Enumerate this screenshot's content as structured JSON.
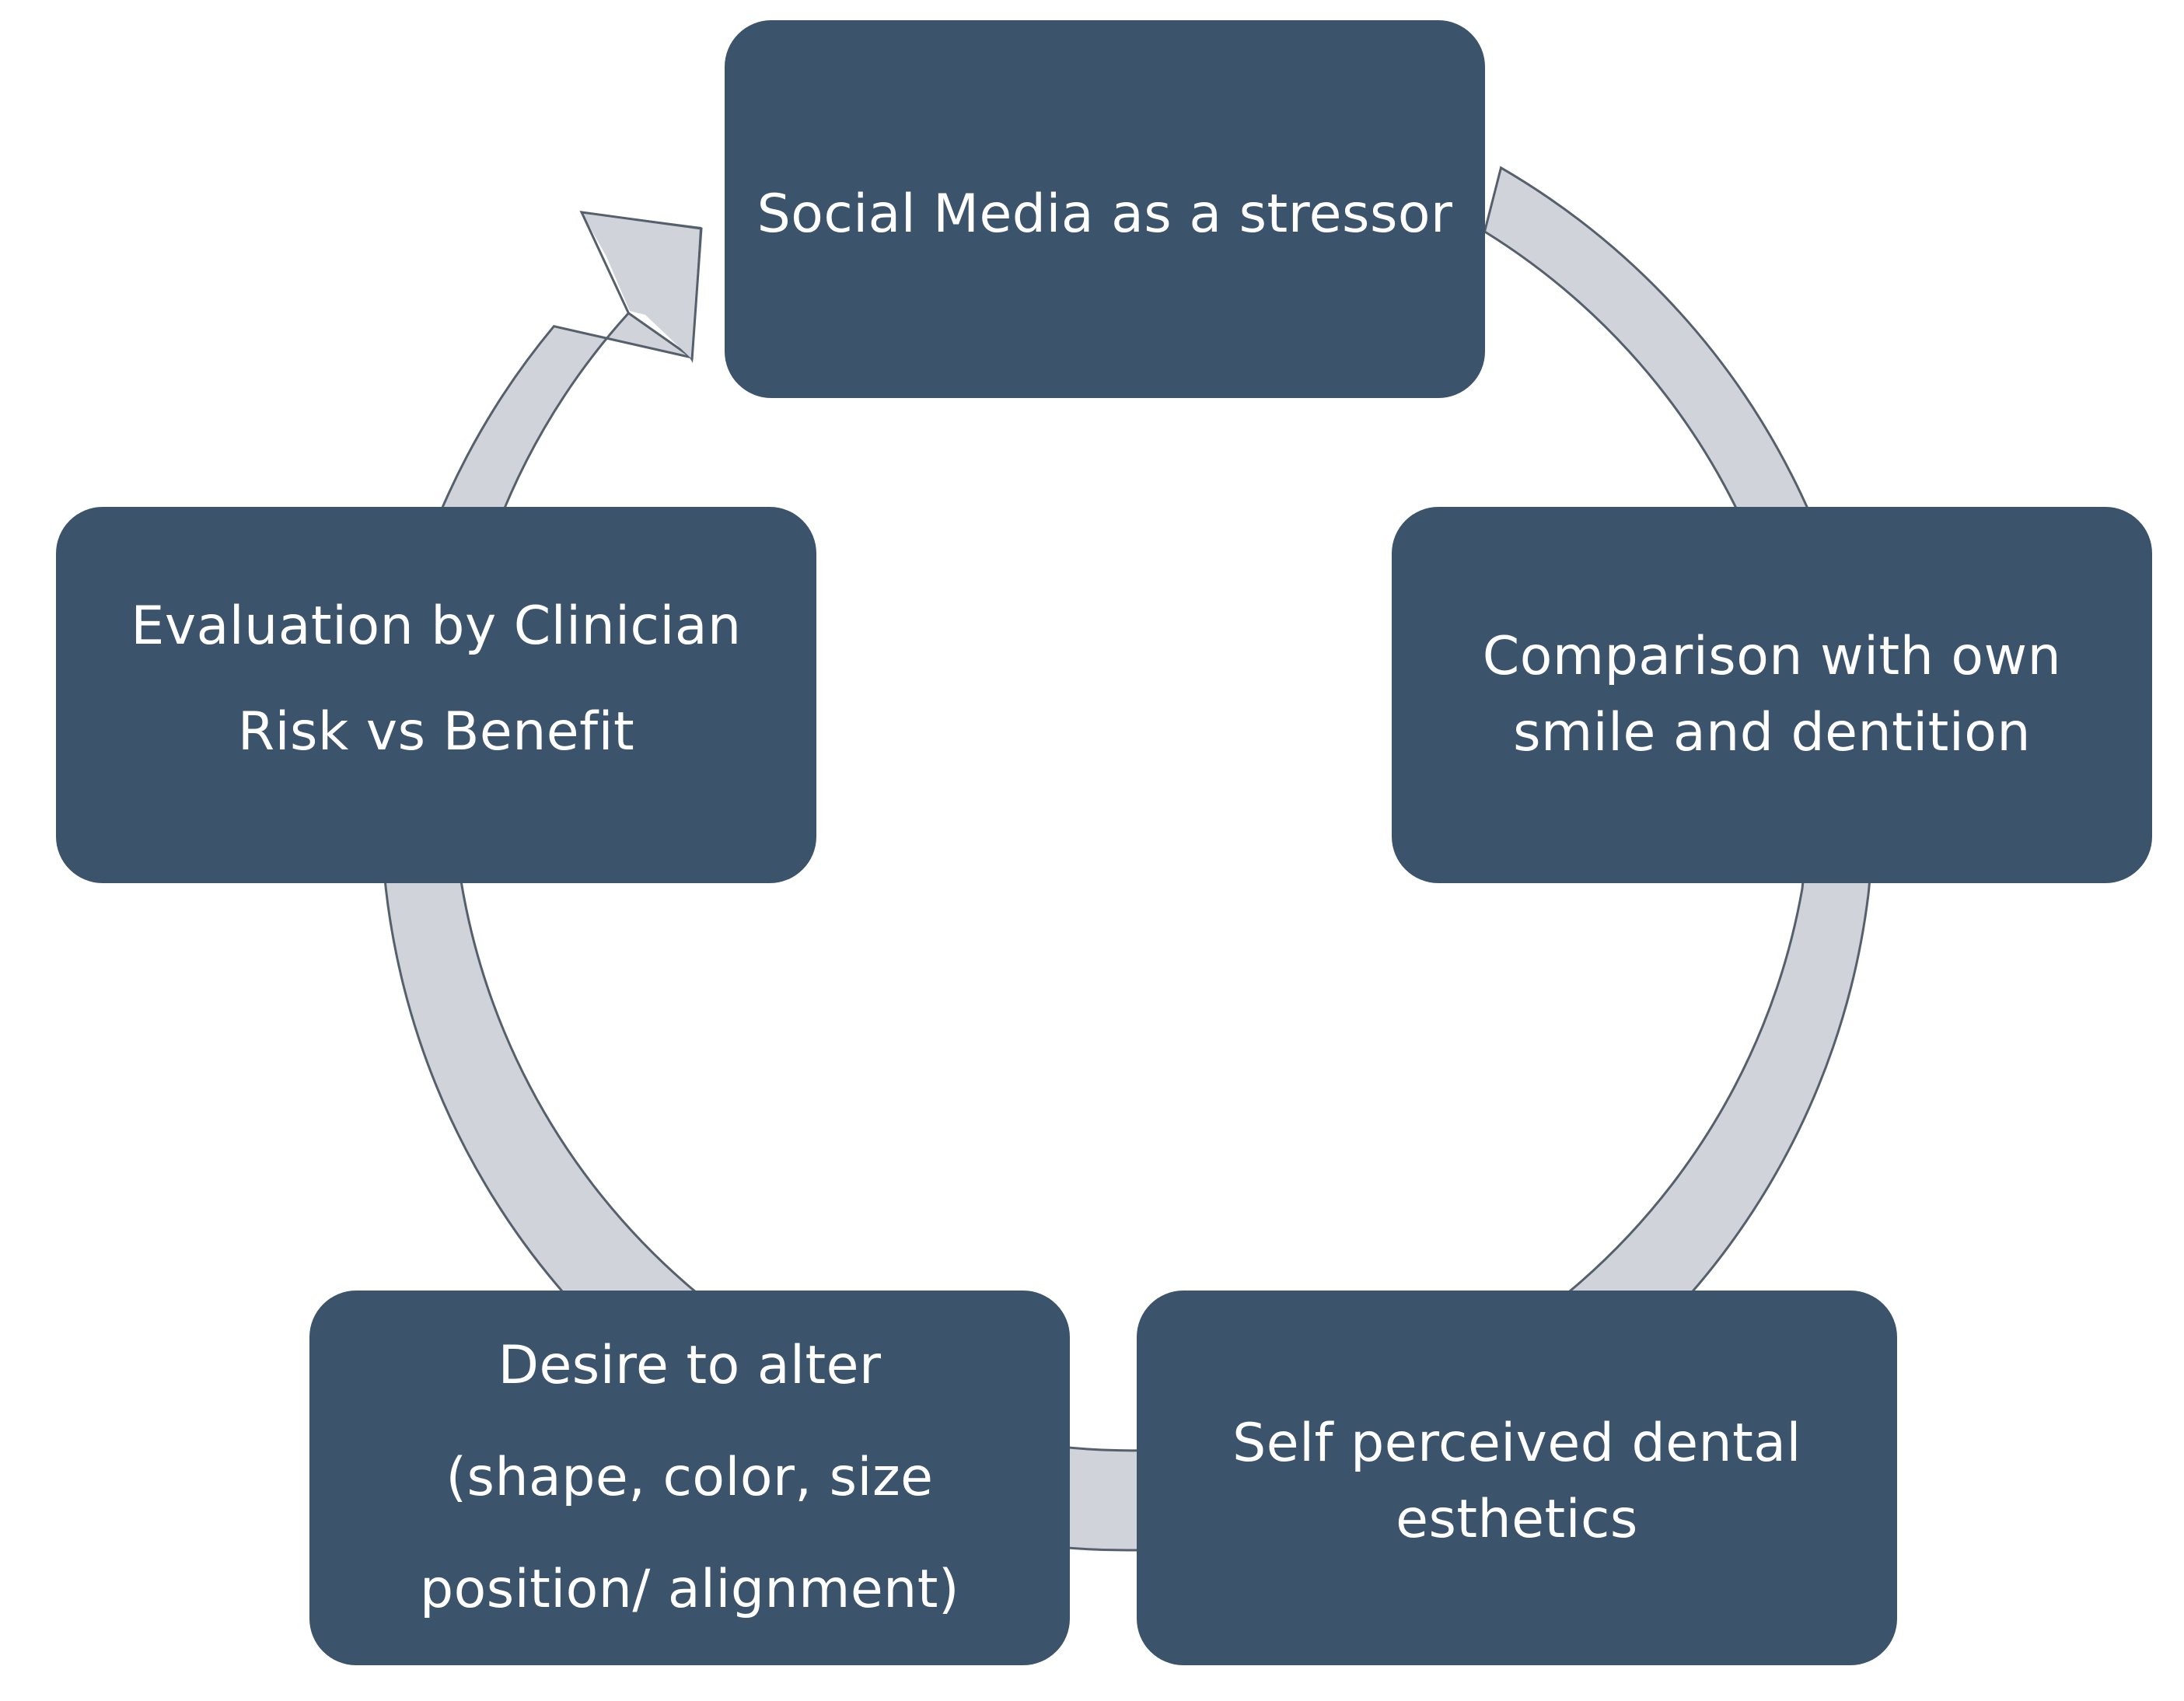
{
  "diagram": {
    "type": "cycle",
    "colors": {
      "node_fill": "#3b536b",
      "node_text": "#ffffff",
      "arrow_fill": "#d0d3d9",
      "arrow_stroke": "#55606c"
    },
    "nodes": [
      {
        "id": "social",
        "lines": [
          "Social Media as a stressor"
        ]
      },
      {
        "id": "comparison",
        "lines": [
          "Comparison with own",
          "smile and dentition"
        ]
      },
      {
        "id": "selfperceived",
        "lines": [
          "Self perceived dental",
          "esthetics"
        ]
      },
      {
        "id": "desire",
        "lines": [
          "Desire to alter",
          "(shape, color, size",
          "position/ alignment)"
        ]
      },
      {
        "id": "evaluation",
        "lines": [
          "Evaluation by Clinician",
          "Risk vs Benefit"
        ]
      }
    ],
    "flow": [
      "social",
      "comparison",
      "selfperceived",
      "desire",
      "evaluation",
      "social"
    ]
  }
}
